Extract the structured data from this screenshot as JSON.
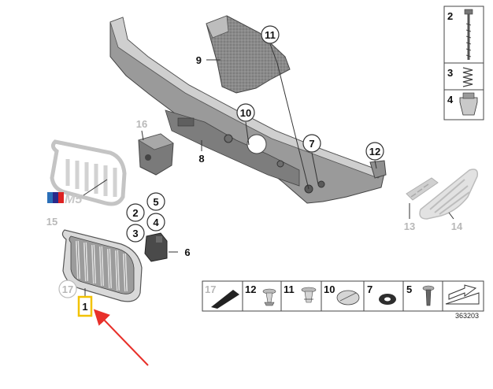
{
  "diagram": {
    "callouts": {
      "c1": "1",
      "c2": "2",
      "c3": "3",
      "c4": "4",
      "c5": "5",
      "c6": "6",
      "c7": "7",
      "c8": "8",
      "c9": "9",
      "c10": "10",
      "c11": "11",
      "c12": "12",
      "c13": "13",
      "c14": "14",
      "c15": "15",
      "c16": "16",
      "c17": "17"
    },
    "side_panel": {
      "p2": "2",
      "p3": "3",
      "p4": "4"
    },
    "bottom_row": {
      "b17": "17",
      "b12": "12",
      "b11": "11",
      "b10": "10",
      "b7": "7",
      "b5": "5"
    },
    "diagram_number": "363203",
    "badge_text": "M5",
    "colors": {
      "highlight": "#f2c200",
      "arrow": "#e8302a",
      "ghost": "#b8b8b8"
    }
  }
}
